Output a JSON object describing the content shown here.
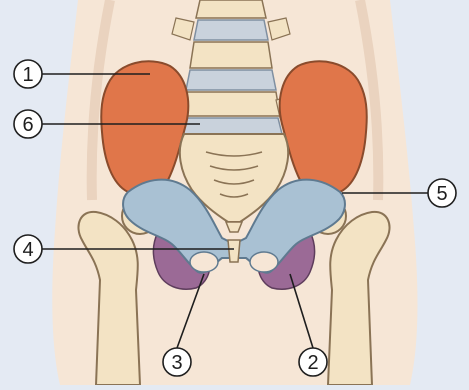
{
  "labels": [
    {
      "id": "label-1",
      "text": "1"
    },
    {
      "id": "label-2",
      "text": "2"
    },
    {
      "id": "label-3",
      "text": "3"
    },
    {
      "id": "label-4",
      "text": "4"
    },
    {
      "id": "label-5",
      "text": "5"
    },
    {
      "id": "label-6",
      "text": "6"
    }
  ],
  "colors": {
    "background": "#e4eaf3",
    "skin": "#f6e6d6",
    "bone": "#f3e3c4",
    "bone_outline": "#8a7355",
    "ilium": "#e0764a",
    "pubis_ischium": "#a9c1d3",
    "ischium_purple": "#9b6a96",
    "disc": "#c9d2dc",
    "leader": "#1e1e1e"
  }
}
